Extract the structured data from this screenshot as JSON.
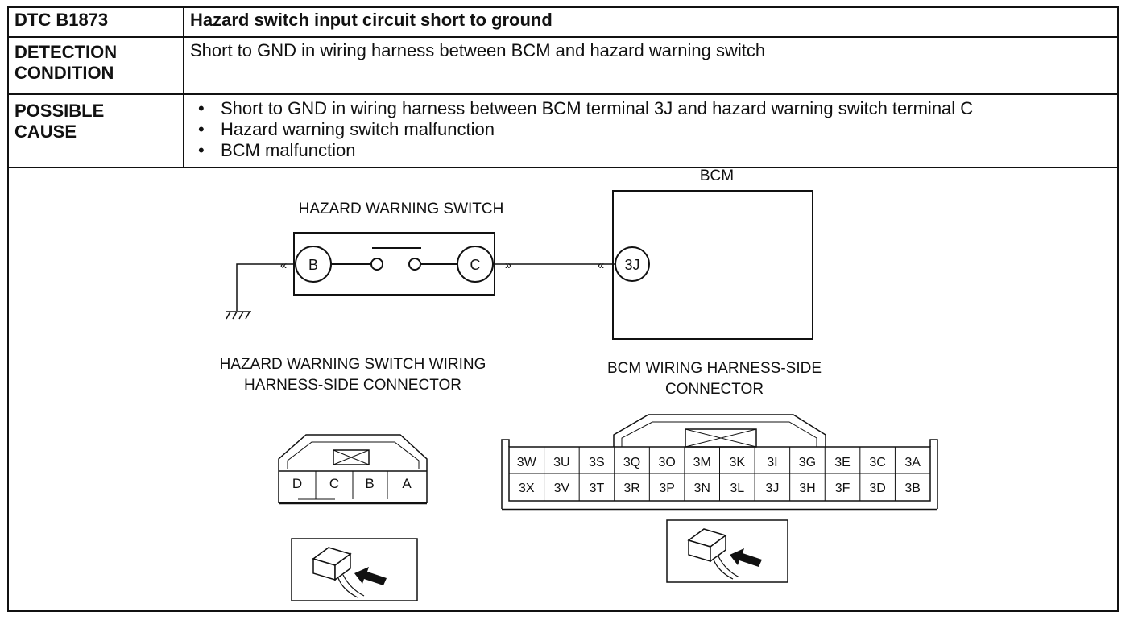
{
  "dtc": {
    "code_label": "DTC B1873",
    "title": "Hazard switch input circuit short to ground"
  },
  "detection": {
    "label_line1": "DETECTION",
    "label_line2": "CONDITION",
    "text": "Short to GND in wiring harness between BCM and hazard warning switch"
  },
  "possible_cause": {
    "label_line1": "POSSIBLE",
    "label_line2": "CAUSE",
    "items": [
      "Short to GND in wiring harness between BCM terminal 3J and hazard warning switch terminal C",
      "Hazard warning switch malfunction",
      "BCM malfunction"
    ]
  },
  "diagram": {
    "bcm_title": "BCM",
    "switch_title": "HAZARD WARNING SWITCH",
    "switch_terminals": [
      "B",
      "C"
    ],
    "bcm_terminal": "3J",
    "switch_connector_title_line1": "HAZARD WARNING SWITCH WIRING",
    "switch_connector_title_line2": "HARNESS-SIDE CONNECTOR",
    "switch_connector_pins": [
      "D",
      "C",
      "B",
      "A"
    ],
    "bcm_connector_title_line1": "BCM WIRING HARNESS-SIDE",
    "bcm_connector_title_line2": "CONNECTOR",
    "bcm_connector_row1": [
      "3W",
      "3U",
      "3S",
      "3Q",
      "3O",
      "3M",
      "3K",
      "3I",
      "3G",
      "3E",
      "3C",
      "3A"
    ],
    "bcm_connector_row2": [
      "3X",
      "3V",
      "3T",
      "3R",
      "3P",
      "3N",
      "3L",
      "3J",
      "3H",
      "3F",
      "3D",
      "3B"
    ]
  }
}
